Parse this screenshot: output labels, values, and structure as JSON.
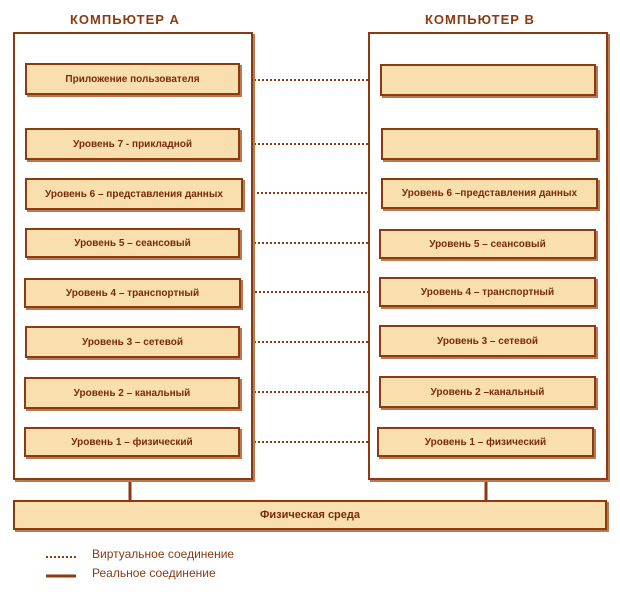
{
  "computer_a": {
    "title": "КОМПЬЮТЕР  А",
    "layers": [
      "Приложение пользователя",
      "Уровень 7 - прикладной",
      "Уровень 6 – представления данных",
      "Уровень 5 – сеансовый",
      "Уровень 4 – транспортный",
      "Уровень 3 – сетевой",
      "Уровень 2 – канальный",
      "Уровень 1 – физический"
    ]
  },
  "computer_b": {
    "title": "КОМПЬЮТЕР  В",
    "layers": [
      "",
      "",
      "Уровень 6 –представления данных",
      "Уровень 5 – сеансовый",
      "Уровень 4 – транспортный",
      "Уровень 3 – сетевой",
      "Уровень 2 –канальный",
      "Уровень 1 – физический"
    ]
  },
  "medium": {
    "label": "Физическая среда"
  },
  "legend": {
    "virtual": "Виртуальное соединение",
    "real": "Реальное соединение"
  },
  "colors": {
    "line": "#8c3a12",
    "box_fill": "#f9dfad",
    "text": "#7a2a0a"
  }
}
